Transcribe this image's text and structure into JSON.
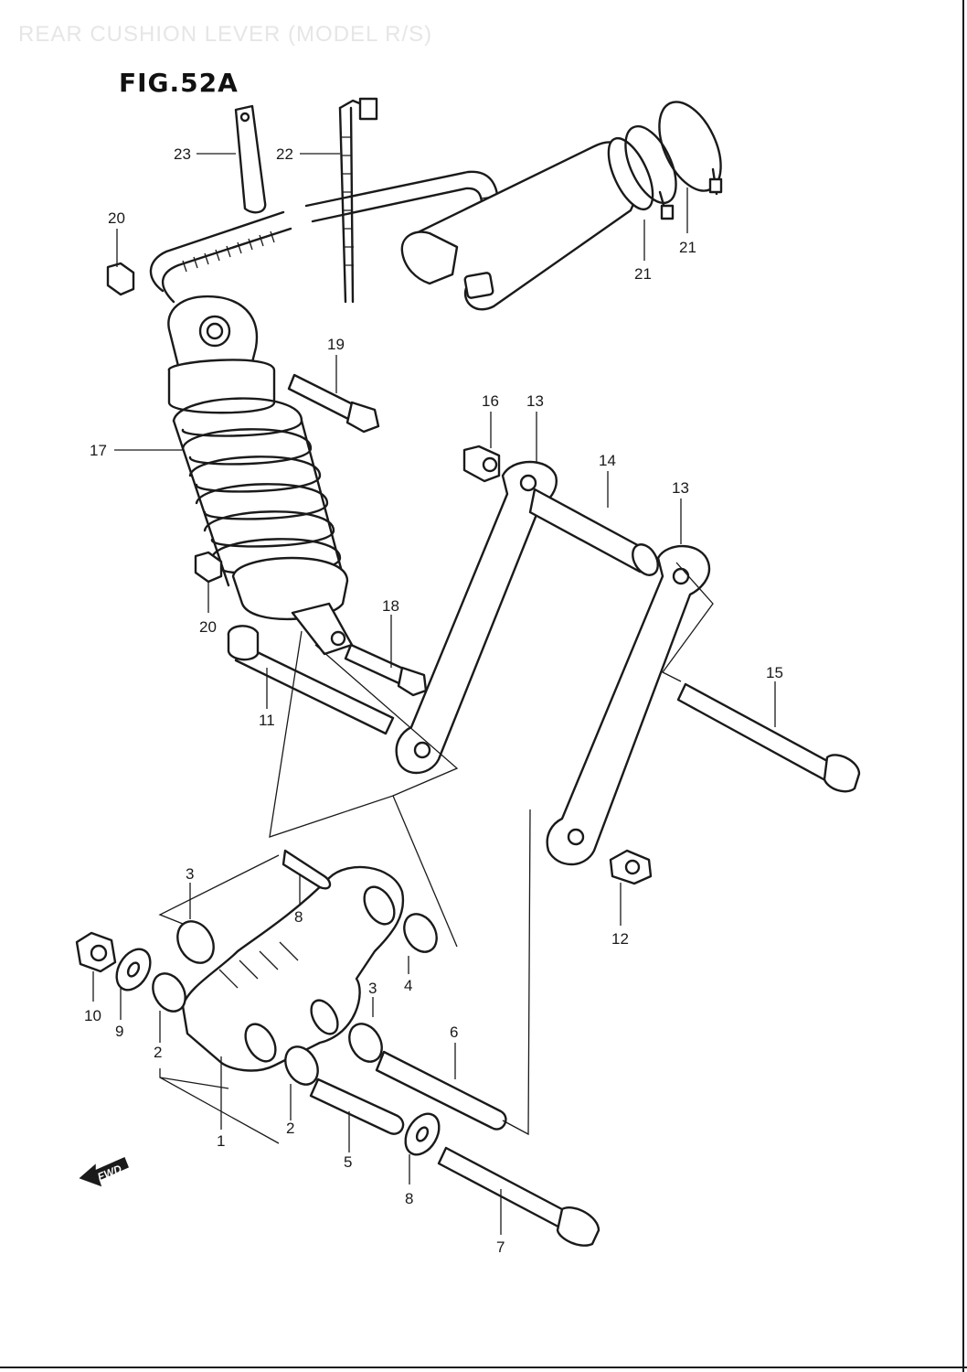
{
  "header": {
    "title": "REAR CUSHION LEVER (MODEL R/S)"
  },
  "figure": {
    "title": "FIG.52A"
  },
  "direction": {
    "label": "FWD"
  },
  "callouts": [
    "1",
    "2",
    "2",
    "3",
    "3",
    "4",
    "5",
    "6",
    "7",
    "8",
    "8",
    "9",
    "10",
    "11",
    "12",
    "13",
    "13",
    "14",
    "15",
    "16",
    "17",
    "18",
    "19",
    "20",
    "20",
    "21",
    "21",
    "22",
    "23"
  ]
}
